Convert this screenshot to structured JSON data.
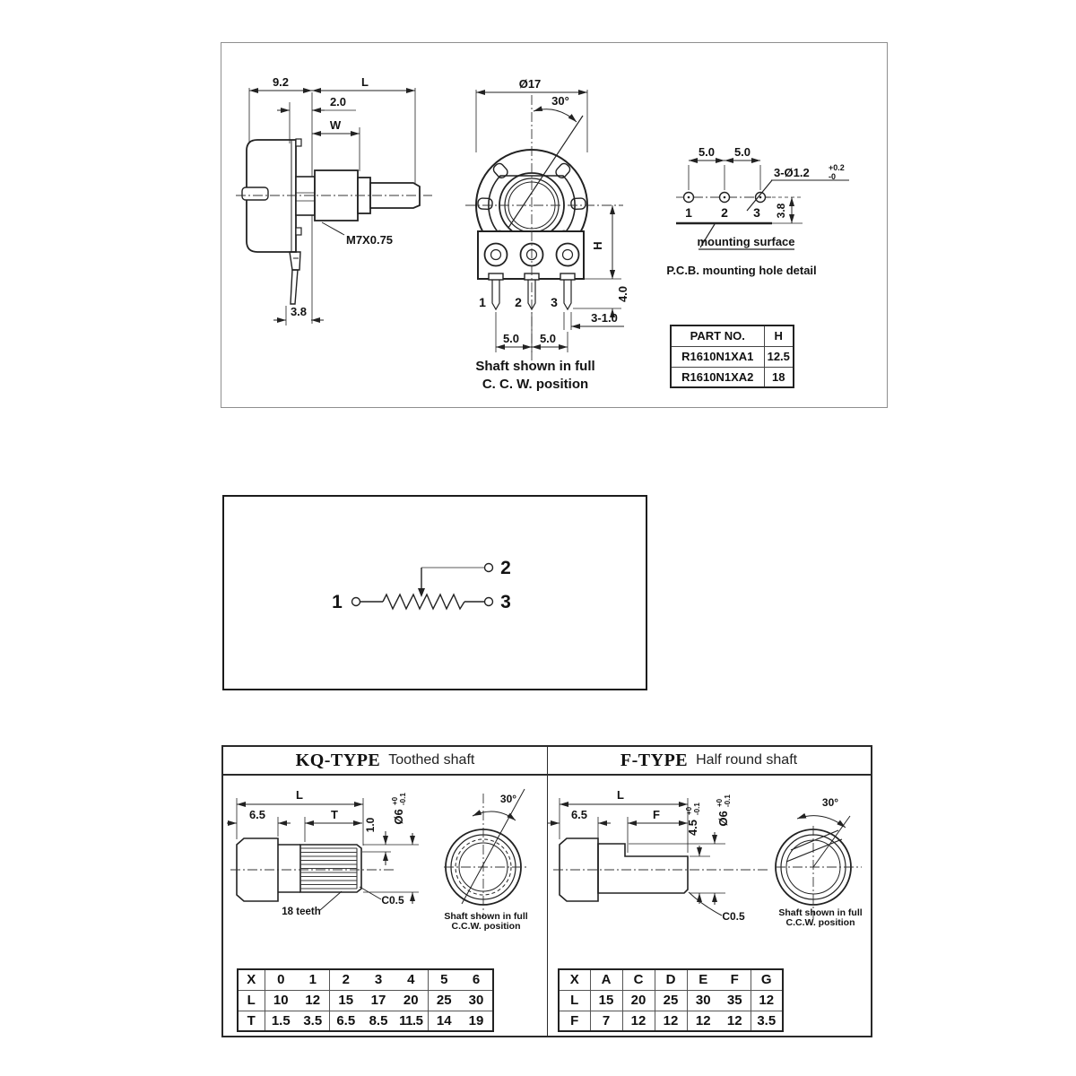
{
  "top": {
    "side": {
      "d92": "9.2",
      "dL": "L",
      "d20": "2.0",
      "dW": "W",
      "thread": "M7X0.75",
      "d38": "3.8"
    },
    "front": {
      "dia": "Ø17",
      "ang": "30°",
      "dH": "H",
      "d40": "4.0",
      "p1": "1",
      "p2": "2",
      "p3": "3",
      "d310": "3-1.0",
      "d50a": "5.0",
      "d50b": "5.0",
      "cap1": "Shaft shown in full",
      "cap2": "C. C. W.  position"
    },
    "pcb": {
      "d50a": "5.0",
      "d50b": "5.0",
      "hole": "3-Ø1.2",
      "tp": "+0.2",
      "tm": "-0",
      "p1": "1",
      "p2": "2",
      "p3": "3",
      "d38": "3.8",
      "surface": "mounting surface",
      "caption": "P.C.B.  mounting hole detail"
    },
    "table": {
      "h1": "PART NO.",
      "h2": "H",
      "rows": [
        [
          "R1610N1XA1",
          "12.5"
        ],
        [
          "R1610N1XA2",
          "18"
        ]
      ]
    }
  },
  "schematic": {
    "t1": "1",
    "t2": "2",
    "t3": "3"
  },
  "bottom": {
    "kq": {
      "title": "KQ-TYPE",
      "subtitle": "Toothed shaft",
      "dL": "L",
      "d65": "6.5",
      "dT": "T",
      "d10": "1.0",
      "dia": "Ø6",
      "tp": "+0",
      "tm": "-0.1",
      "ang": "30°",
      "teeth": "18 teeth",
      "cham": "C0.5",
      "cap1": "Shaft shown in full",
      "cap2": "C.C.W. position",
      "tbl": {
        "rows": [
          [
            "X",
            "0",
            "1",
            "2",
            "3",
            "4",
            "5",
            "6"
          ],
          [
            "L",
            "10",
            "12",
            "15",
            "17",
            "20",
            "25",
            "30"
          ],
          [
            "T",
            "1.5",
            "3.5",
            "6.5",
            "8.5",
            "11.5",
            "14",
            "19"
          ]
        ]
      }
    },
    "f": {
      "title": "F-TYPE",
      "subtitle": "Half round shaft",
      "dL": "L",
      "d65": "6.5",
      "dF": "F",
      "d45": "4.5",
      "tp45": "+0",
      "tm45": "-0.1",
      "dia": "Ø6",
      "tp": "+0",
      "tm": "-0.1",
      "ang": "30°",
      "cham": "C0.5",
      "cap1": "Shaft shown in full",
      "cap2": "C.C.W. position",
      "tbl": {
        "rows": [
          [
            "X",
            "A",
            "C",
            "D",
            "E",
            "F",
            "G"
          ],
          [
            "L",
            "15",
            "20",
            "25",
            "30",
            "35",
            "12"
          ],
          [
            "F",
            "7",
            "12",
            "12",
            "12",
            "12",
            "3.5"
          ]
        ]
      }
    }
  }
}
